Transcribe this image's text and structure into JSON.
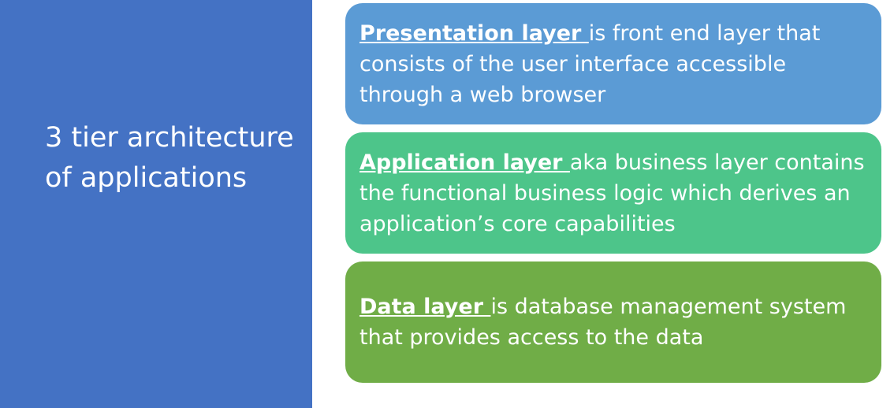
{
  "title": "3 tier architecture of applications",
  "colors": {
    "left_panel": "#4472C4",
    "presentation": "#5B9BD5",
    "application": "#4DC58A",
    "data": "#70AD47",
    "text": "#FFFFFF"
  },
  "layers": {
    "presentation": {
      "term": "Presentation layer ",
      "description": "is front end layer that consists of the user interface accessible through a web browser"
    },
    "application": {
      "term": "Application layer ",
      "description": "aka business layer contains the functional business logic which derives an application’s core capabilities"
    },
    "data": {
      "term": "Data layer ",
      "description": "is database management system that provides access to the data"
    }
  }
}
